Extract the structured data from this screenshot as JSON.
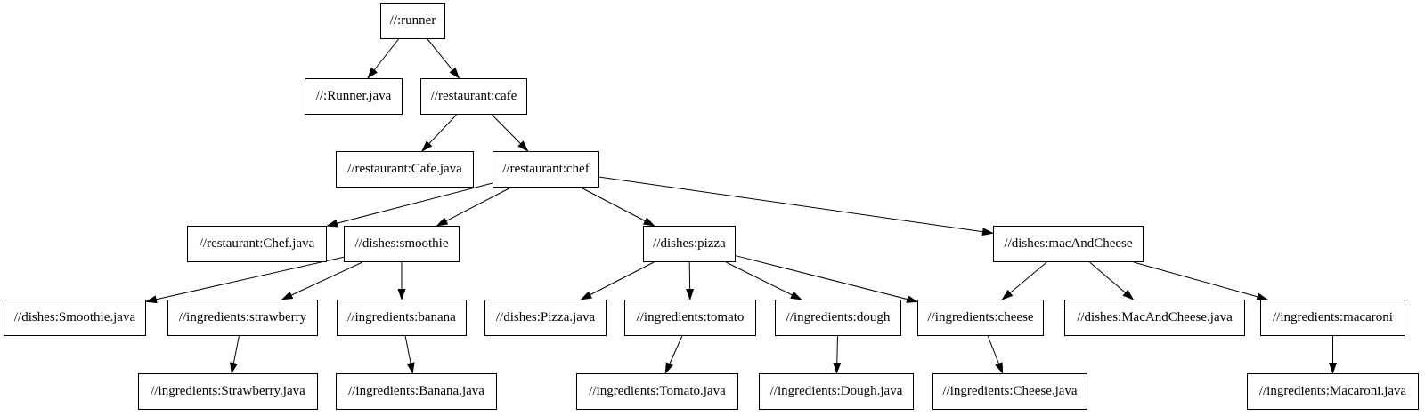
{
  "diagram": {
    "type": "dependency-graph",
    "background_color": "#ffffff",
    "node_fill_color": "#ffffff",
    "node_border_color": "#000000",
    "edge_color": "#000000",
    "text_color": "#000000",
    "nodes": [
      {
        "id": "runner",
        "label": "//:runner"
      },
      {
        "id": "runner_java",
        "label": "//:Runner.java"
      },
      {
        "id": "cafe",
        "label": "//restaurant:cafe"
      },
      {
        "id": "cafe_java",
        "label": "//restaurant:Cafe.java"
      },
      {
        "id": "chef",
        "label": "//restaurant:chef"
      },
      {
        "id": "chef_java",
        "label": "//restaurant:Chef.java"
      },
      {
        "id": "smoothie",
        "label": "//dishes:smoothie"
      },
      {
        "id": "pizza",
        "label": "//dishes:pizza"
      },
      {
        "id": "macandcheese",
        "label": "//dishes:macAndCheese"
      },
      {
        "id": "smoothie_java",
        "label": "//dishes:Smoothie.java"
      },
      {
        "id": "strawberry",
        "label": "//ingredients:strawberry"
      },
      {
        "id": "banana",
        "label": "//ingredients:banana"
      },
      {
        "id": "pizza_java",
        "label": "//dishes:Pizza.java"
      },
      {
        "id": "tomato",
        "label": "//ingredients:tomato"
      },
      {
        "id": "dough",
        "label": "//ingredients:dough"
      },
      {
        "id": "cheese",
        "label": "//ingredients:cheese"
      },
      {
        "id": "macandcheese_java",
        "label": "//dishes:MacAndCheese.java"
      },
      {
        "id": "macaroni",
        "label": "//ingredients:macaroni"
      },
      {
        "id": "strawberry_java",
        "label": "//ingredients:Strawberry.java"
      },
      {
        "id": "banana_java",
        "label": "//ingredients:Banana.java"
      },
      {
        "id": "tomato_java",
        "label": "//ingredients:Tomato.java"
      },
      {
        "id": "dough_java",
        "label": "//ingredients:Dough.java"
      },
      {
        "id": "cheese_java",
        "label": "//ingredients:Cheese.java"
      },
      {
        "id": "macaroni_java",
        "label": "//ingredients:Macaroni.java"
      }
    ],
    "edges": [
      {
        "from": "runner",
        "to": "runner_java"
      },
      {
        "from": "runner",
        "to": "cafe"
      },
      {
        "from": "cafe",
        "to": "cafe_java"
      },
      {
        "from": "cafe",
        "to": "chef"
      },
      {
        "from": "chef",
        "to": "chef_java"
      },
      {
        "from": "chef",
        "to": "smoothie"
      },
      {
        "from": "chef",
        "to": "pizza"
      },
      {
        "from": "chef",
        "to": "macandcheese"
      },
      {
        "from": "smoothie",
        "to": "smoothie_java"
      },
      {
        "from": "smoothie",
        "to": "strawberry"
      },
      {
        "from": "smoothie",
        "to": "banana"
      },
      {
        "from": "strawberry",
        "to": "strawberry_java"
      },
      {
        "from": "banana",
        "to": "banana_java"
      },
      {
        "from": "pizza",
        "to": "pizza_java"
      },
      {
        "from": "pizza",
        "to": "tomato"
      },
      {
        "from": "pizza",
        "to": "dough"
      },
      {
        "from": "pizza",
        "to": "cheese"
      },
      {
        "from": "tomato",
        "to": "tomato_java"
      },
      {
        "from": "dough",
        "to": "dough_java"
      },
      {
        "from": "cheese",
        "to": "cheese_java"
      },
      {
        "from": "macandcheese",
        "to": "cheese"
      },
      {
        "from": "macandcheese",
        "to": "macandcheese_java"
      },
      {
        "from": "macandcheese",
        "to": "macaroni"
      },
      {
        "from": "macaroni",
        "to": "macaroni_java"
      }
    ]
  }
}
